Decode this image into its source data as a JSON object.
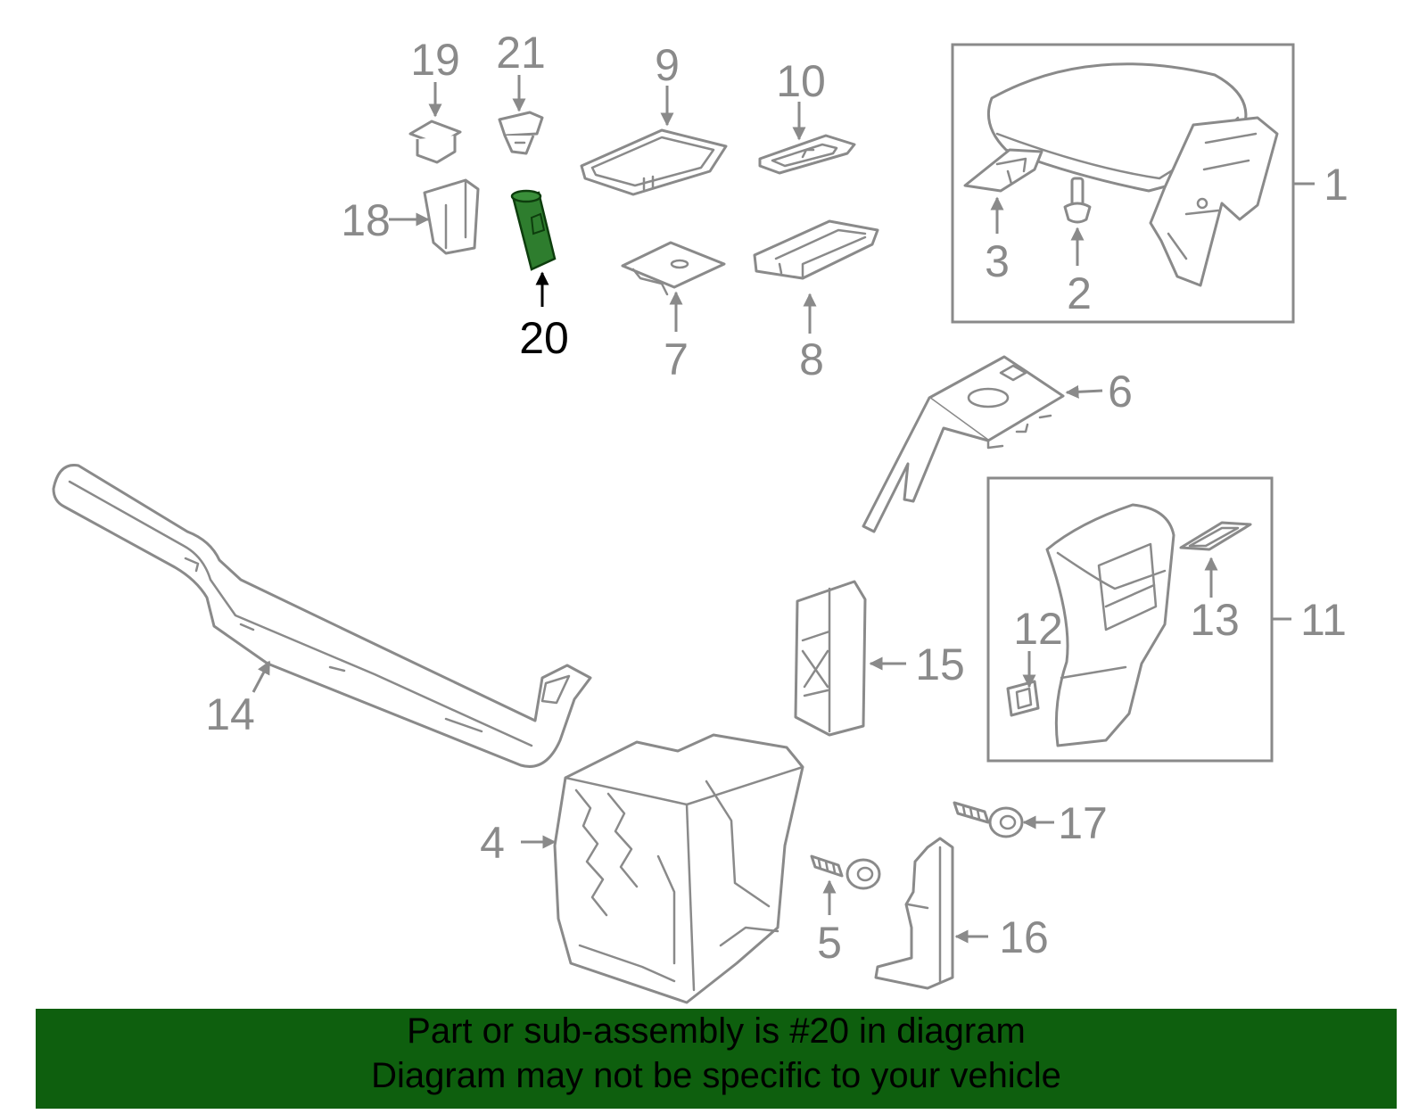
{
  "diagram": {
    "highlight_part": "20",
    "colors": {
      "line": "#8a8a8a",
      "highlight_fill": "#2e7d2e",
      "highlight_text": "#000000",
      "banner": "#0e5f0e",
      "banner_text": "#000000"
    },
    "callouts": {
      "p1": "1",
      "p2": "2",
      "p3": "3",
      "p4": "4",
      "p5": "5",
      "p6": "6",
      "p7": "7",
      "p8": "8",
      "p9": "9",
      "p10": "10",
      "p11": "11",
      "p12": "12",
      "p13": "13",
      "p14": "14",
      "p15": "15",
      "p16": "16",
      "p17": "17",
      "p18": "18",
      "p19": "19",
      "p20": "20",
      "p21": "21"
    }
  },
  "banner": {
    "line1": "Part or sub-assembly is #20 in diagram",
    "line2": "Diagram may not be specific to your vehicle"
  }
}
